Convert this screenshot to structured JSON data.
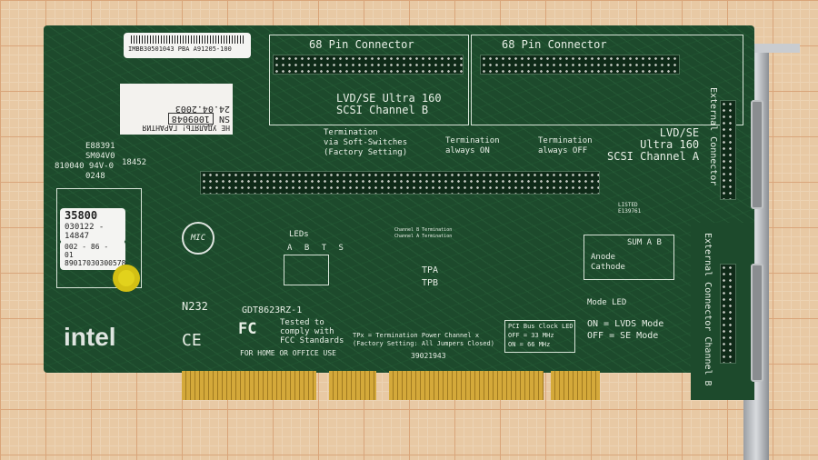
{
  "barcode_label": {
    "text": "IMBB30501043 PBA A91205-100"
  },
  "warranty_sticker": {
    "line1": "НЕ УДАЛЯТЬ! ГАРАНТИЯ",
    "sn_label": "SN",
    "sn": "1009048",
    "date": "24.04.2003"
  },
  "left_markings": {
    "line1": "E88391",
    "line2": "SM04V0",
    "line3": "810040 94V-0",
    "line4": "0248",
    "code": "18452"
  },
  "labels": {
    "a_line1": "35800",
    "a_line2": "030122 - 14847",
    "b_line1": "002 - 86 - 01",
    "b_line2": "89017030300578"
  },
  "connectors": {
    "left": "68 Pin Connector",
    "right": "68 Pin Connector"
  },
  "channel_b": {
    "line1": "LVD/SE Ultra 160",
    "line2": "SCSI Channel B"
  },
  "channel_a": {
    "line1": "LVD/SE",
    "line2": "Ultra 160",
    "line3": "SCSI Channel A"
  },
  "termination": {
    "soft_line1": "Termination",
    "soft_line2": "via Soft-Switches",
    "soft_line3": "(Factory Setting)",
    "on_line1": "Termination",
    "on_line2": "always ON",
    "off_line1": "Termination",
    "off_line2": "always OFF"
  },
  "leds": {
    "title": "LEDs",
    "letters": [
      "A",
      "B",
      "T",
      "S"
    ]
  },
  "term_labels": {
    "b": "Channel B Termination",
    "a": "Channel A Termination"
  },
  "tp": {
    "a": "TPA",
    "b": "TPB",
    "note1": "TPx = Termination Power Channel x",
    "note2": "(Factory Setting: All Jumpers Closed)"
  },
  "pci_clock": {
    "title": "PCI Bus Clock LED",
    "off": "OFF = 33 MHz",
    "on": "ON  = 66 MHz"
  },
  "serial": "39021943",
  "fcc": {
    "model": "GDT8623RZ-1",
    "line1": "Tested to",
    "line2": "comply with",
    "line3": "FCC Standards",
    "line4": "FOR HOME OR OFFICE USE",
    "logo": "FC"
  },
  "n232": "N232",
  "mic": "MIC",
  "listed": {
    "line1": "LISTED",
    "line2": "E139761"
  },
  "sum": {
    "title": "SUM A B",
    "anode": "Anode",
    "cathode": "Cathode"
  },
  "mode": {
    "title": "Mode LED",
    "on": "ON  = LVDS Mode",
    "off": "OFF = SE Mode"
  },
  "ext_a": "External Connector",
  "ext_b": "External Connector Channel B",
  "brand": "intel",
  "ce": "CE"
}
